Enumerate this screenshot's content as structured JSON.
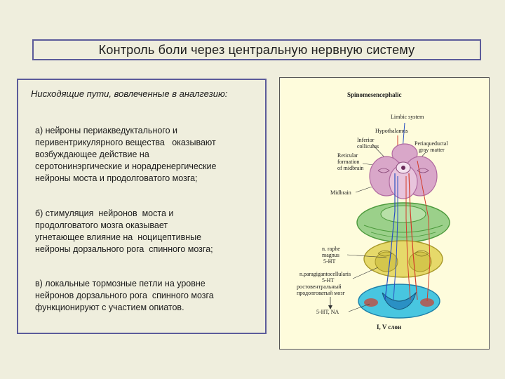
{
  "title": "Контроль боли через центральную нервную систему",
  "heading": "Нисходящие  пути, вовлеченные в аналгезию:",
  "paragraphs": [
    {
      "lines": [
        "а) нейроны периакведуктального и",
        "перивентрикулярного вещества   оказывают",
        "возбуждающее действие на",
        "серотонинэргические и норадренергические",
        "нейроны моста и продолговатого мозга;"
      ]
    },
    {
      "lines": [
        "б) стимуляция  нейронов  моста и",
        "продолговатого мозга оказывает",
        "угнетающее влияние на  ноцицептивные",
        "нейроны дорзального рога  спинного мозга;"
      ]
    },
    {
      "lines": [
        "в) локальные тормозные петли на уровне",
        "нейронов дорзального рога  спинного мозга",
        "функционируют с участием опиатов."
      ]
    }
  ],
  "diagram": {
    "labels": {
      "top": "Spinomesencephalic",
      "limbic": "Limbic system",
      "hypothalamus": "Hypothalamus",
      "inferior1": "Inferior",
      "inferior2": "colliculus",
      "periaq1": "Periaqueductal",
      "periaq2": "gray matter",
      "reticular1": "Reticular",
      "reticular2": "formation",
      "reticular3": "of midbrain",
      "midbrain": "Midbrain",
      "raphe1": "n. raphe",
      "raphe2": "magnus",
      "raphe3": "5-HT",
      "parag1": "n.paragigantocellularis",
      "parag2": "5-HT",
      "parag3": "ростовентральный",
      "parag4": "продолговатый мозг",
      "nt": "5-HT, NA",
      "layers": "I, V слои"
    },
    "colors": {
      "pink": "#d9a7c9",
      "pinkDark": "#b06aa0",
      "green": "#9bd08a",
      "greenDark": "#4c9a3c",
      "yellow": "#e6d96a",
      "yellowDark": "#a8992a",
      "cyan": "#48c6e0",
      "cyanDark": "#1d7fa8",
      "red": "#d23c2a",
      "blue": "#2a4fc0"
    }
  }
}
